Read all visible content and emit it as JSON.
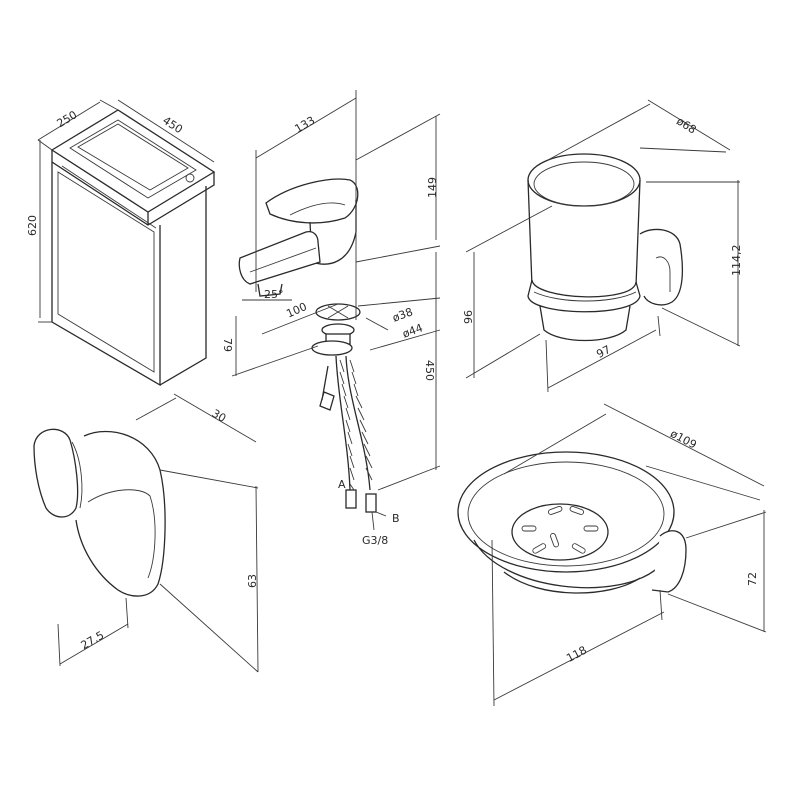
{
  "drawing": {
    "cabinet": {
      "depth": "250",
      "width": "450",
      "height": "620"
    },
    "faucet": {
      "reach": "133",
      "height": "149",
      "angle": "25°",
      "spout_offset": "100",
      "base_height": "79",
      "hole_d1": "ø38",
      "hole_d2": "ø44",
      "hose_length": "450",
      "hose_a": "A",
      "hose_b": "B",
      "thread": "G3/8"
    },
    "hook": {
      "depth": "30",
      "height": "63",
      "width": "27.5"
    },
    "tumbler": {
      "diameter": "ø68",
      "height": "114,2",
      "cup_height": "96",
      "width": "97"
    },
    "soap_dish": {
      "diameter": "ø109",
      "height": "72",
      "width": "118"
    }
  }
}
